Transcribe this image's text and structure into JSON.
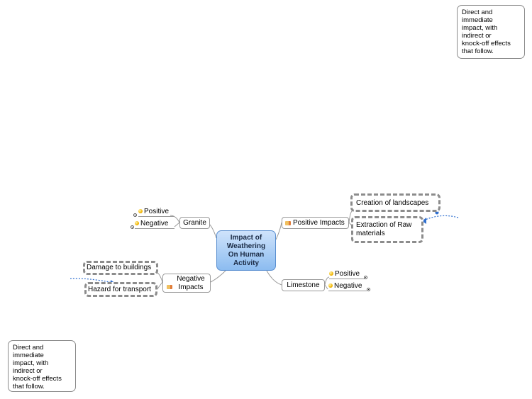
{
  "central": {
    "label": "Impact of\nWeathering\nOn Human\nActivity"
  },
  "branches": {
    "positive_impacts": {
      "label": "Positive Impacts",
      "children": [
        "Creation of landscapes",
        "Extraction of Raw materials"
      ]
    },
    "granite": {
      "label": "Granite",
      "children": [
        "Positive",
        "Negative"
      ]
    },
    "limestone": {
      "label": "Limestone",
      "children": [
        "Positive",
        "Negative"
      ]
    },
    "negative_impacts": {
      "label": "Negative Impacts",
      "children": [
        "Damage to buildings",
        "Hazard for transport"
      ]
    }
  },
  "notes": {
    "top_right": "Direct and\nimmediate\nimpact, with\nindirect or\nknock-off effects\nthat follow.",
    "bottom_left": "Direct and\nimmediate\nimpact, with\nindirect or\nknock-off effects\nthat follow."
  },
  "colors": {
    "central_fill": "#8cbcf0",
    "relationship_line": "#2f6fcf",
    "connector": "#9a9a9a"
  },
  "icons": {
    "positive_impacts": "pencil-icon",
    "negative_impacts": "pencil-icon",
    "leaves": "star-icon"
  }
}
